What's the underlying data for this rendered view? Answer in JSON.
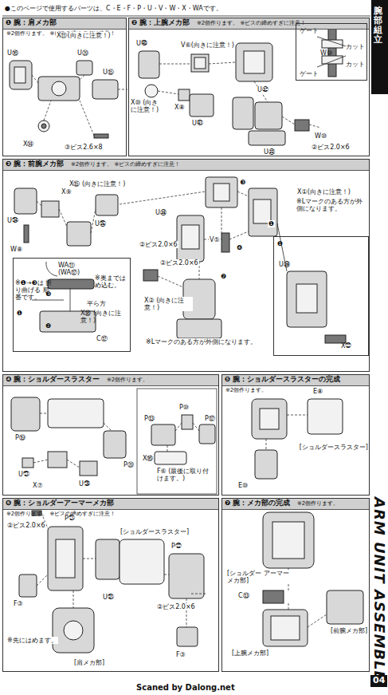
{
  "diagram": {
    "nodes": [
      {
        "text": [
          "❶ 腕：肩メカ部",
          "※2個作ります。 ※ビスの締めすぎに注意！"
        ]
      },
      {
        "text": [
          "❷ 腕：上腕メカ部",
          "※2個作ります。 ※ビスの締めすぎに注意！"
        ]
      },
      {
        "text": [
          "ゲート",
          "W⑩",
          "カット",
          "カット",
          "ゲート"
        ],
        "in": 1
      },
      {
        "text": [
          "❸ 腕：前腕メカ部",
          "※2個作ります。 ※ビスの締めすぎに注意！"
        ]
      },
      {
        "text": [
          "WA⑪ (WA⑫)",
          "※奥までは め込む。",
          "平ら方",
          "X⑱ (向きに注意！)",
          "C⑫",
          "※❶→❸は 折り曲げる 順番です。",
          "❶",
          "❷",
          "❸"
        ],
        "in": 3
      },
      {
        "text": [
          "❶",
          "U㊴",
          "X㉒"
        ],
        "in": 3
      },
      {
        "text": [
          "❹ 腕：ショルダースラスター",
          "※2個作ります。"
        ]
      },
      {
        "text": [
          "❺ 腕：ショルダースラスターの完成",
          "※2個作ります。"
        ]
      },
      {
        "text": [
          "❻ 腕：ショルダーアーマーメカ部",
          "※2個作ります。 ※ビスの締めすぎに注意！"
        ]
      },
      {
        "text": [
          "❼ 腕：メカ部の完成",
          "※2個作ります。"
        ]
      }
    ],
    "labels": [
      "●このページで使用するパーツは、C・E・F・P・U・V・W・X・WAです。",
      "腕部組立",
      "ARM UNIT ASSEMBLE",
      "04",
      "Scaned by Dalong.net",
      "U⑯",
      "U⑳",
      "X⑪(向きに注意！)",
      "U⑮",
      "X⑭",
      "③ビス2.6×8",
      "U㊵",
      "V⑥(向きに注意！)",
      "X⑩ (向きに注意！)",
      "X⑧",
      "U㊶",
      "U㉜",
      "W⑩",
      "②ビス2.0×6",
      "U㉝",
      "X⑮ (向きに注意！)",
      "X⑨",
      "U㉞",
      "U㉟",
      "W⑧",
      "U㊳",
      "②ビス2.0×6",
      "V⑤",
      "X①(向きに注意！)",
      "※Lマークのある方が外側になります。",
      "②ビス2.0×6",
      "X② (向きに注意！)",
      "※Lマークのある方が外側になります。",
      "❸",
      "❹",
      "❷",
      "❶",
      "P⑲",
      "P⑬",
      "P⑩",
      "P⑫",
      "P⑳",
      "U㉗",
      "U㉘",
      "X⑦",
      "X⑯",
      "F⑥ (最後に取り付けます。)",
      "E⑧",
      "[ショルダースラスター]",
      "E⑩",
      "②ビス2.0×6",
      "P㉑",
      "[ショルダースラスター]",
      "P㉒",
      "②ビス2.0×6",
      "U㉛",
      "F③",
      "※先にはめます。",
      "F③",
      "[肩メカ部]",
      "[ショルダー アーマーメカ部]",
      "C⑬",
      "[上腕メカ部]",
      "[前腕メカ部]"
    ]
  }
}
